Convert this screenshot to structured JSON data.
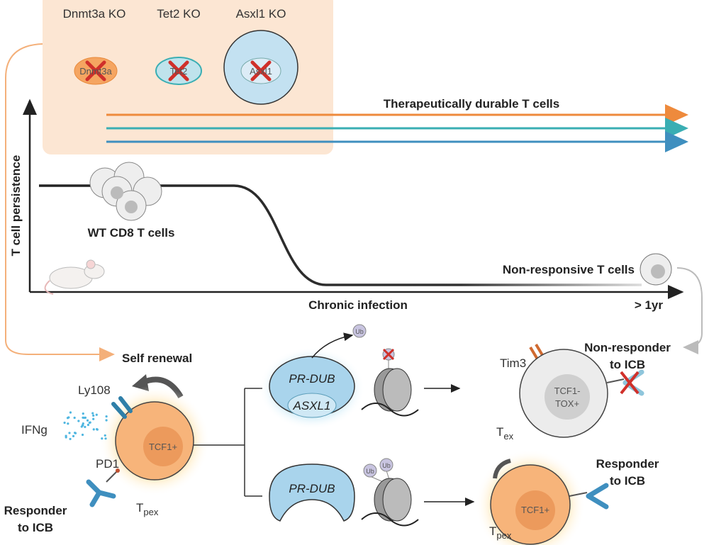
{
  "knockouts": [
    {
      "label": "Dnmt3a KO",
      "gene": "Dnmt3a",
      "color": "#f5a561"
    },
    {
      "label": "Tet2 KO",
      "gene": "Tet2",
      "color": "#bfe3ec"
    },
    {
      "label": "Asxl1 KO",
      "gene": "Asxl1",
      "color": "#c3e1f1"
    }
  ],
  "axes": {
    "y_label": "T cell persistence",
    "x_label": "Chronic infection",
    "x_end": "> 1yr"
  },
  "durable_label": "Therapeutically durable T cells",
  "arrow_colors": {
    "orange": "#ee8a3c",
    "teal": "#3aaeb3",
    "blue": "#3f8fbf"
  },
  "wt_label": "WT CD8 T cells",
  "nonresponsive_label": "Non-responsive T cells",
  "self_renewal": "Self renewal",
  "tpex_left": {
    "ly108": "Ly108",
    "ifng": "IFNg",
    "pd1": "PD1",
    "nucleus": "TCF1+",
    "T": "T",
    "sub": "pex",
    "responder_1": "Responder",
    "responder_2": "to ICB"
  },
  "top_path": {
    "complex": "PR-DUB",
    "subunit": "ASXL1",
    "ub": "Ub",
    "tim3": "Tim3",
    "nucleus_1": "TCF1-",
    "nucleus_2": "TOX+",
    "T": "T",
    "sub": "ex",
    "outcome_1": "Non-responder",
    "outcome_2": "to ICB"
  },
  "bottom_path": {
    "complex": "PR-DUB",
    "ub": "Ub",
    "nucleus": "TCF1+",
    "T": "T",
    "sub": "pex",
    "outcome_1": "Responder",
    "outcome_2": "to ICB"
  }
}
